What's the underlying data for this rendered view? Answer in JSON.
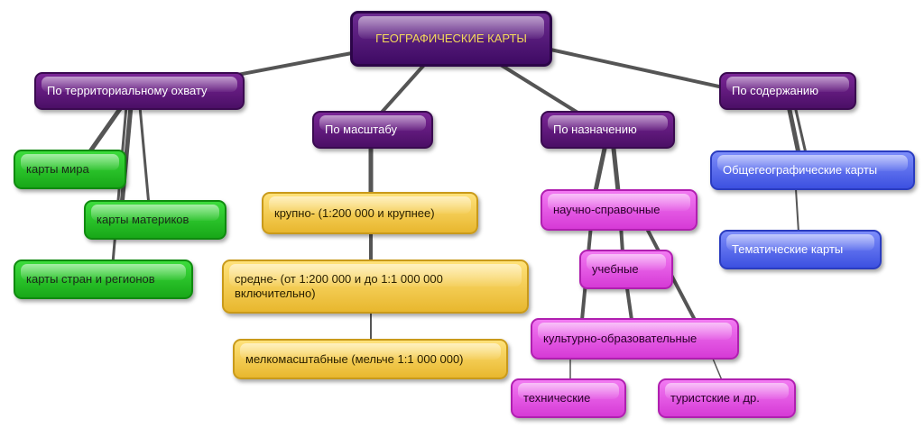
{
  "root": {
    "label": "ГЕОГРАФИЧЕСКИЕ КАРТЫ"
  },
  "categories": [
    {
      "label": "По территориальному охвату"
    },
    {
      "label": "По масштабу"
    },
    {
      "label": "По назначению"
    },
    {
      "label": "По содержанию"
    }
  ],
  "territory": [
    {
      "label": "карты мира"
    },
    {
      "label": "карты материков"
    },
    {
      "label": "карты стран и регионов"
    }
  ],
  "scale": [
    {
      "label": "крупно- (1:200 000 и крупнее)"
    },
    {
      "label": "средне- (от 1:200 000 и до 1:1 000 000 включительно)"
    },
    {
      "label": "мелкомасштабные (мельче 1:1 000 000)"
    }
  ],
  "purpose": [
    {
      "label": "научно-справочные"
    },
    {
      "label": "учебные"
    },
    {
      "label": "культурно-образовательные"
    },
    {
      "label": "технические"
    },
    {
      "label": "туристские и др."
    }
  ],
  "content": [
    {
      "label": "Общегеографические карты"
    },
    {
      "label": "Тематические карты"
    }
  ],
  "colors": {
    "root": "#4b0f66",
    "category": "#5a1478",
    "territory": "#22bb22",
    "scale": "#f2c94c",
    "purpose": "#e050e0",
    "content": "#4a5ee8",
    "connector": "#555555"
  }
}
